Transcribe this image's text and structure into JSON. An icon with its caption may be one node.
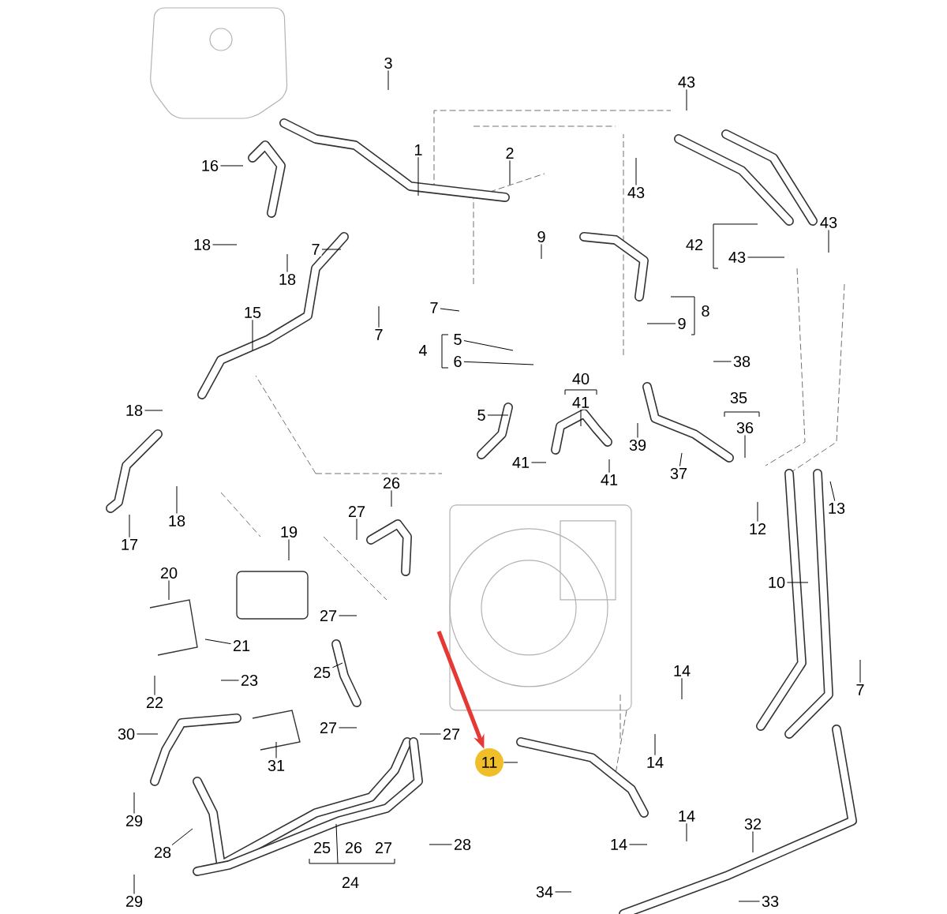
{
  "diagram": {
    "nodes": [
      {
        "text": [
          "1"
        ]
      },
      {
        "text": [
          "2"
        ]
      },
      {
        "text": [
          "3"
        ]
      },
      {
        "text": [
          "16"
        ]
      },
      {
        "text": [
          "18"
        ]
      },
      {
        "text": [
          "18"
        ]
      },
      {
        "text": [
          "7"
        ]
      },
      {
        "text": [
          "7"
        ]
      },
      {
        "text": [
          "15"
        ]
      },
      {
        "text": [
          "18"
        ]
      },
      {
        "text": [
          "17"
        ]
      },
      {
        "text": [
          "18"
        ]
      },
      {
        "text": [
          "19"
        ]
      },
      {
        "text": [
          "20"
        ]
      },
      {
        "text": [
          "21"
        ]
      },
      {
        "text": [
          "22"
        ]
      },
      {
        "text": [
          "23"
        ]
      },
      {
        "text": [
          "27"
        ]
      },
      {
        "text": [
          "26"
        ]
      },
      {
        "text": [
          "27"
        ]
      },
      {
        "text": [
          "25"
        ]
      },
      {
        "text": [
          "27"
        ]
      },
      {
        "text": [
          "27"
        ]
      },
      {
        "text": [
          "30"
        ]
      },
      {
        "text": [
          "31"
        ]
      },
      {
        "text": [
          "29"
        ]
      },
      {
        "text": [
          "28"
        ]
      },
      {
        "text": [
          "29"
        ]
      },
      {
        "text": [
          "28"
        ]
      },
      {
        "text": [
          "43"
        ]
      },
      {
        "text": [
          "43"
        ]
      },
      {
        "text": [
          "43"
        ]
      },
      {
        "text": [
          "43"
        ]
      },
      {
        "text": [
          "9"
        ]
      },
      {
        "text": [
          "9"
        ]
      },
      {
        "text": [
          "7"
        ]
      },
      {
        "text": [
          "5"
        ]
      },
      {
        "text": [
          "6"
        ]
      },
      {
        "text": [
          "38"
        ]
      },
      {
        "text": [
          "41"
        ]
      },
      {
        "text": [
          "5"
        ]
      },
      {
        "text": [
          "41"
        ]
      },
      {
        "text": [
          "41"
        ]
      },
      {
        "text": [
          "36"
        ]
      },
      {
        "text": [
          "39"
        ]
      },
      {
        "text": [
          "37"
        ]
      },
      {
        "text": [
          "13"
        ]
      },
      {
        "text": [
          "12"
        ]
      },
      {
        "text": [
          "10"
        ]
      },
      {
        "text": [
          "7"
        ]
      },
      {
        "text": [
          "14"
        ]
      },
      {
        "text": [
          "14"
        ]
      },
      {
        "text": [
          "14"
        ]
      },
      {
        "text": [
          "14"
        ]
      },
      {
        "text": [
          "11"
        ]
      },
      {
        "text": [
          "32"
        ]
      },
      {
        "text": [
          "34"
        ]
      },
      {
        "text": [
          "33"
        ]
      }
    ],
    "edges": [
      {
        "from": 0,
        "to": null,
        "arrow": "none"
      },
      {
        "from": 1,
        "to": null,
        "arrow": "none"
      },
      {
        "from": 2,
        "to": null,
        "arrow": "none"
      },
      {
        "from": 3,
        "to": null,
        "arrow": "none"
      },
      {
        "from": 4,
        "to": null,
        "arrow": "none"
      },
      {
        "from": 5,
        "to": null,
        "arrow": "none"
      },
      {
        "from": 6,
        "to": null,
        "arrow": "none"
      },
      {
        "from": 7,
        "to": null,
        "arrow": "none"
      },
      {
        "from": 8,
        "to": null,
        "arrow": "none"
      },
      {
        "from": 9,
        "to": null,
        "arrow": "none"
      },
      {
        "from": 10,
        "to": null,
        "arrow": "none"
      },
      {
        "from": 11,
        "to": null,
        "arrow": "none"
      },
      {
        "from": 12,
        "to": null,
        "arrow": "none"
      },
      {
        "from": 13,
        "to": null,
        "arrow": "none"
      },
      {
        "from": 14,
        "to": null,
        "arrow": "none"
      },
      {
        "from": 15,
        "to": null,
        "arrow": "none"
      },
      {
        "from": 16,
        "to": null,
        "arrow": "none"
      },
      {
        "from": 17,
        "to": null,
        "arrow": "none"
      },
      {
        "from": 18,
        "to": null,
        "arrow": "none"
      },
      {
        "from": 19,
        "to": null,
        "arrow": "none"
      },
      {
        "from": 20,
        "to": null,
        "arrow": "none"
      },
      {
        "from": 21,
        "to": null,
        "arrow": "none"
      },
      {
        "from": 22,
        "to": null,
        "arrow": "none"
      },
      {
        "from": 23,
        "to": null,
        "arrow": "none"
      },
      {
        "from": 24,
        "to": null,
        "arrow": "none"
      },
      {
        "from": 25,
        "to": null,
        "arrow": "none"
      },
      {
        "from": 26,
        "to": null,
        "arrow": "none"
      },
      {
        "from": 27,
        "to": null,
        "arrow": "none"
      },
      {
        "from": 28,
        "to": null,
        "arrow": "none"
      },
      {
        "from": 29,
        "to": null,
        "arrow": "none"
      },
      {
        "from": 30,
        "to": null,
        "arrow": "none"
      },
      {
        "from": 31,
        "to": null,
        "arrow": "none"
      },
      {
        "from": 32,
        "to": null,
        "arrow": "none"
      },
      {
        "from": 33,
        "to": null,
        "arrow": "none"
      },
      {
        "from": 34,
        "to": null,
        "arrow": "none"
      },
      {
        "from": 35,
        "to": null,
        "arrow": "none"
      },
      {
        "from": 36,
        "to": null,
        "arrow": "none"
      },
      {
        "from": 37,
        "to": null,
        "arrow": "none"
      },
      {
        "from": 38,
        "to": null,
        "arrow": "none"
      },
      {
        "from": 39,
        "to": null,
        "arrow": "none"
      },
      {
        "from": 40,
        "to": null,
        "arrow": "none"
      },
      {
        "from": 41,
        "to": null,
        "arrow": "none"
      },
      {
        "from": 42,
        "to": null,
        "arrow": "none"
      },
      {
        "from": 43,
        "to": null,
        "arrow": "none"
      },
      {
        "from": 44,
        "to": null,
        "arrow": "none"
      },
      {
        "from": 45,
        "to": null,
        "arrow": "none"
      },
      {
        "from": 46,
        "to": null,
        "arrow": "none"
      },
      {
        "from": 47,
        "to": null,
        "arrow": "none"
      },
      {
        "from": 48,
        "to": null,
        "arrow": "none"
      },
      {
        "from": 49,
        "to": null,
        "arrow": "none"
      },
      {
        "from": 50,
        "to": null,
        "arrow": "none"
      },
      {
        "from": 51,
        "to": null,
        "arrow": "none"
      },
      {
        "from": 52,
        "to": null,
        "arrow": "none"
      },
      {
        "from": 53,
        "to": null,
        "arrow": "none"
      },
      {
        "from": 54,
        "to": null,
        "arrow": "none"
      },
      {
        "from": 55,
        "to": null,
        "arrow": "none"
      },
      {
        "from": 56,
        "to": null,
        "arrow": "none"
      },
      {
        "from": 57,
        "to": null,
        "arrow": "none"
      },
      {
        "from": null,
        "to": 54,
        "arrow": "to",
        "color": "#e53935",
        "style": "thick"
      }
    ],
    "labels": [
      "42",
      "8",
      "4",
      "40",
      "35",
      "25",
      "26",
      "27",
      "24"
    ]
  }
}
